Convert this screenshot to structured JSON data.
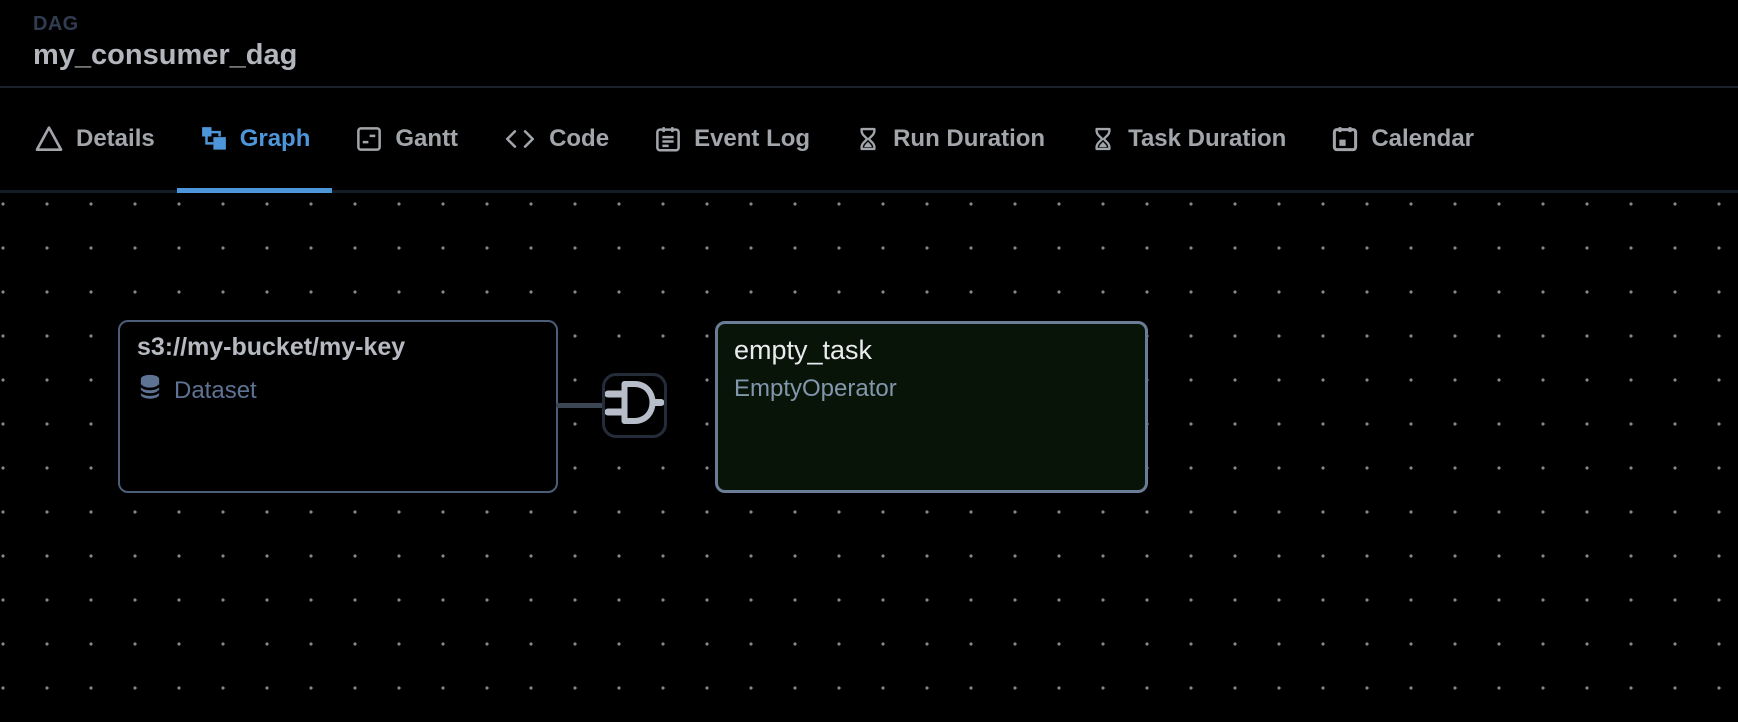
{
  "header": {
    "kicker": "DAG",
    "title": "my_consumer_dag"
  },
  "tabs": [
    {
      "label": "Details",
      "icon": "warning-triangle-icon",
      "active": false
    },
    {
      "label": "Graph",
      "icon": "graph-icon",
      "active": true
    },
    {
      "label": "Gantt",
      "icon": "gantt-icon",
      "active": false
    },
    {
      "label": "Code",
      "icon": "code-icon",
      "active": false
    },
    {
      "label": "Event Log",
      "icon": "event-log-icon",
      "active": false
    },
    {
      "label": "Run Duration",
      "icon": "hourglass-icon",
      "active": false
    },
    {
      "label": "Task Duration",
      "icon": "hourglass-icon",
      "active": false
    },
    {
      "label": "Calendar",
      "icon": "calendar-icon",
      "active": false
    }
  ],
  "graph": {
    "dataset_node": {
      "title": "s3://my-bucket/my-key",
      "type_label": "Dataset",
      "icon": "database-icon"
    },
    "condition_gate": {
      "icon": "and-gate-icon"
    },
    "task_node": {
      "title": "empty_task",
      "operator": "EmptyOperator"
    }
  },
  "colors": {
    "background": "#000000",
    "accent_blue": "#4d96da",
    "kicker_text": "#303c4f",
    "dag_title_text": "#b3b7bd",
    "tab_text": "#a2a6ab",
    "dataset_border": "#4c5d79",
    "dataset_title_text": "#b6bac0",
    "dataset_label_text": "#5e7394",
    "edge": "#3c4553",
    "gate_border": "#242c39",
    "gate_glyph": "#b7bec9",
    "task_border": "#6b7d96",
    "task_background": "#081408",
    "task_title_text": "#e9ebee",
    "task_operator_text": "#8296ac",
    "canvas_dot": "#83868c"
  }
}
